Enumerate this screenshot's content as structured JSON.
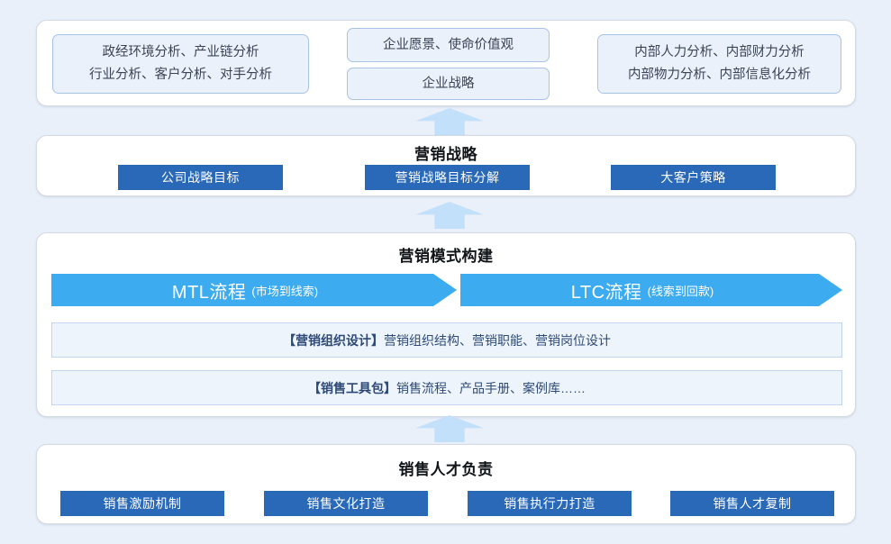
{
  "diagram": {
    "background_color": "#eaf0fa",
    "accent_dark_blue": "#2a68b8",
    "accent_light_blue": "#3cabf0",
    "connector_blue": "#c2e0fa",
    "pill_fill": "#eaf1fb"
  },
  "row1": {
    "left_pill": {
      "line1": "政经环境分析、产业链分析",
      "line2": "行业分析、客户分析、对手分析"
    },
    "center_pill_top": {
      "line1": "企业愿景、使命价值观"
    },
    "center_pill_bottom": {
      "line1": "企业战略"
    },
    "right_pill": {
      "line1": "内部人力分析、内部财力分析",
      "line2": "内部物力分析、内部信息化分析"
    }
  },
  "row2": {
    "title": "营销战略",
    "buttons": [
      {
        "label": "公司战略目标"
      },
      {
        "label": "营销战略目标分解"
      },
      {
        "label": "大客户策略"
      }
    ]
  },
  "row3": {
    "title": "营销模式构建",
    "chevrons": [
      {
        "name": "MTL流程",
        "note": "(市场到线索)"
      },
      {
        "name": "LTC流程",
        "note": "(线索到回款)"
      }
    ],
    "infobars": [
      {
        "tag": "【营销组织设计】",
        "text": "营销组织结构、营销职能、营销岗位设计"
      },
      {
        "tag": "【销售工具包】",
        "text": "销售流程、产品手册、案例库……"
      }
    ]
  },
  "row4": {
    "title": "销售人才负责",
    "buttons": [
      {
        "label": "销售激励机制"
      },
      {
        "label": "销售文化打造"
      },
      {
        "label": "销售执行力打造"
      },
      {
        "label": "销售人才复制"
      }
    ]
  },
  "connectors": [
    {
      "name": "arrow-row2-to-row1"
    },
    {
      "name": "arrow-row3-to-row2"
    },
    {
      "name": "arrow-row4-to-row3"
    }
  ]
}
